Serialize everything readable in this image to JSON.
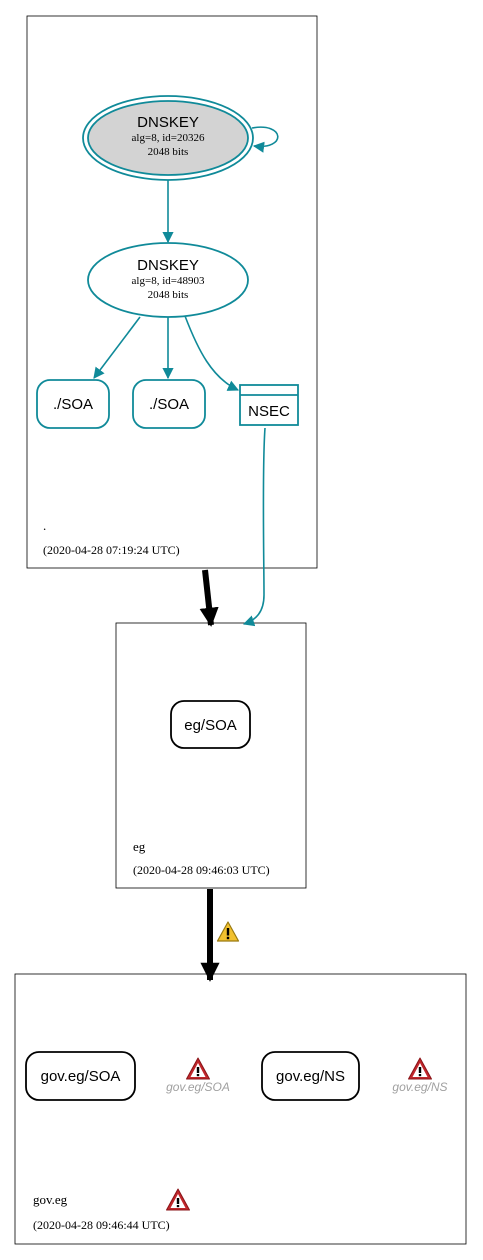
{
  "zones": {
    "root": {
      "name": ".",
      "timestamp": "(2020-04-28 07:19:24 UTC)"
    },
    "eg": {
      "name": "eg",
      "timestamp": "(2020-04-28 09:46:03 UTC)"
    },
    "goveg": {
      "name": "gov.eg",
      "timestamp": "(2020-04-28 09:46:44 UTC)"
    }
  },
  "nodes": {
    "ksk": {
      "title": "DNSKEY",
      "line1": "alg=8, id=20326",
      "line2": "2048 bits"
    },
    "zsk": {
      "title": "DNSKEY",
      "line1": "alg=8, id=48903",
      "line2": "2048 bits"
    },
    "soa1": {
      "label": "./SOA"
    },
    "soa2": {
      "label": "./SOA"
    },
    "nsec": {
      "label": "NSEC"
    },
    "eg_soa": {
      "label": "eg/SOA"
    },
    "gov_soa": {
      "label": "gov.eg/SOA"
    },
    "gov_ns": {
      "label": "gov.eg/NS"
    },
    "gov_soa_ghost": {
      "label": "gov.eg/SOA"
    },
    "gov_ns_ghost": {
      "label": "gov.eg/NS"
    }
  },
  "colors": {
    "teal": "#108a99",
    "key_fill": "#d3d3d3",
    "black": "#000000",
    "ghost_text": "#a0a0a0",
    "error_red": "#c0262b",
    "warning_yellow": "#f2c12e"
  },
  "icons": [
    "warning-icon",
    "error-icon"
  ]
}
